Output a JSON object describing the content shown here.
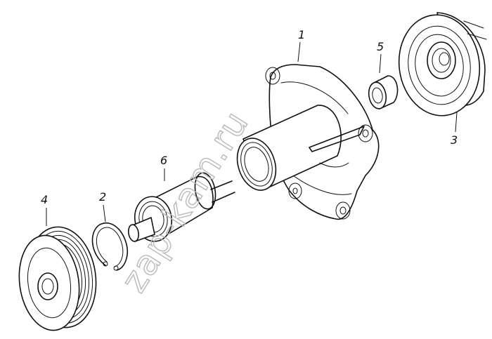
{
  "watermark": "zap-kam.ru",
  "callouts": [
    {
      "id": "1",
      "label": "1"
    },
    {
      "id": "2",
      "label": "2"
    },
    {
      "id": "3",
      "label": "3"
    },
    {
      "id": "4",
      "label": "4"
    },
    {
      "id": "5",
      "label": "5"
    },
    {
      "id": "6",
      "label": "6"
    }
  ],
  "colors": {
    "ink": "#111111",
    "watermark": "#b8b8b8",
    "background": "#ffffff"
  }
}
